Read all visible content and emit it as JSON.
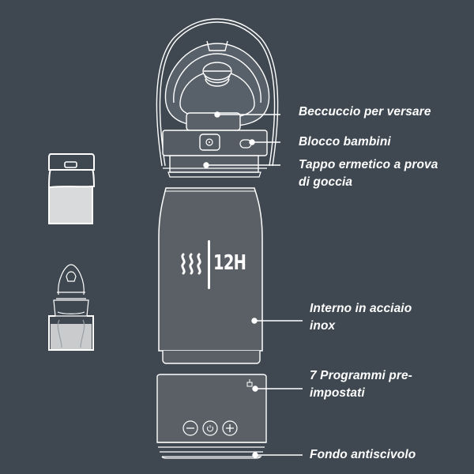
{
  "product": {
    "heat_symbol": "SSS",
    "duration_badge": "12H"
  },
  "callouts": [
    {
      "id": "spout",
      "text": "Beccuccio per versare"
    },
    {
      "id": "child-lock",
      "text": "Blocco bambini"
    },
    {
      "id": "seal-cap",
      "line1": "Tappo ermetico a prova",
      "line2": "di goccia"
    },
    {
      "id": "stainless-interior",
      "line1": "Interno in acciaio",
      "line2": "inox"
    },
    {
      "id": "preset-programs",
      "line1": "7 Programmi pre-",
      "line2": "impostati"
    },
    {
      "id": "non-slip-base",
      "text": "Fondo antiscivolo"
    }
  ],
  "controls": {
    "minus": "−",
    "power": "⏻",
    "plus": "+"
  },
  "colors": {
    "background": "#3f4850",
    "body_fill": "#5a6066",
    "outline": "#ffffff",
    "liquid": "#d9dadb"
  }
}
